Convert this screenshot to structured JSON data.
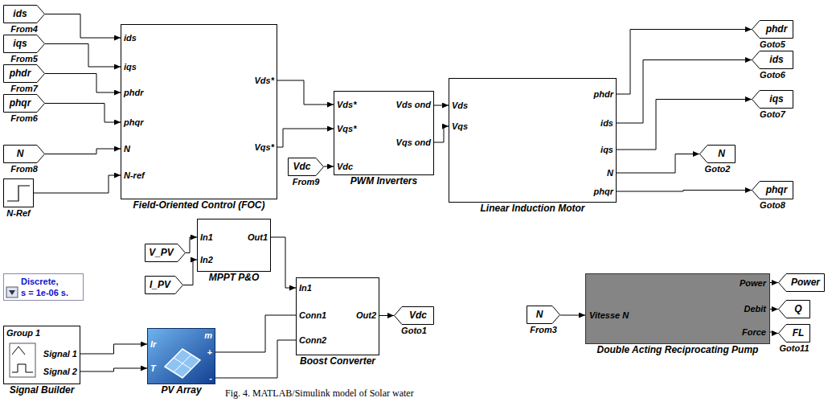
{
  "diagram": {
    "caption": "Fig. 4. MATLAB/Simulink model of Solar water",
    "nodes": [
      {
        "text": [
          "ids",
          "From4"
        ]
      },
      {
        "text": [
          "iqs",
          "From5"
        ]
      },
      {
        "text": [
          "phdr",
          "From7"
        ]
      },
      {
        "text": [
          "phqr",
          "From6"
        ]
      },
      {
        "text": [
          "N",
          "From8"
        ]
      },
      {
        "text": [
          "N-Ref"
        ]
      },
      {
        "text": [
          "ids",
          "iqs",
          "phdr",
          "phqr",
          "N",
          "N-ref",
          "Vds*",
          "Vqs*",
          "Field-Oriented Control (FOC)"
        ]
      },
      {
        "text": [
          "Vdc",
          "From9"
        ]
      },
      {
        "text": [
          "Vds*",
          "Vqs*",
          "Vdc",
          "Vds ond",
          "Vqs ond",
          "PWM Inverters"
        ]
      },
      {
        "text": [
          "Vds",
          "Vqs",
          "phdr",
          "ids",
          "iqs",
          "N",
          "phqr",
          "Linear Induction Motor"
        ]
      },
      {
        "text": [
          "phdr",
          "Goto5"
        ]
      },
      {
        "text": [
          "ids",
          "Goto6"
        ]
      },
      {
        "text": [
          "iqs",
          "Goto7"
        ]
      },
      {
        "text": [
          "N",
          "Goto2"
        ]
      },
      {
        "text": [
          "phqr",
          "Goto8"
        ]
      },
      {
        "text": [
          "Discrete,",
          "s = 1e-06 s."
        ]
      },
      {
        "text": [
          "V_PV"
        ]
      },
      {
        "text": [
          "I_PV"
        ]
      },
      {
        "text": [
          "In1",
          "In2",
          "Out1",
          "MPPT P&O"
        ]
      },
      {
        "text": [
          "Group 1",
          "Signal 1",
          "Signal 2",
          "Signal Builder"
        ]
      },
      {
        "text": [
          "Ir",
          "T",
          "m",
          "+",
          "-",
          "PV Array"
        ]
      },
      {
        "text": [
          "In1",
          "Conn1",
          "Conn2",
          "Out2",
          "Boost Converter"
        ]
      },
      {
        "text": [
          "Vdc",
          "Goto1"
        ]
      },
      {
        "text": [
          "N",
          "From3"
        ]
      },
      {
        "text": [
          "Vitesse N",
          "Power",
          "Debit",
          "Force",
          "Double Acting Reciprocating Pump"
        ]
      },
      {
        "text": [
          "Power"
        ]
      },
      {
        "text": [
          "Q"
        ]
      },
      {
        "text": [
          "FL",
          "Goto11"
        ]
      }
    ],
    "edges": [
      {
        "from": 0,
        "to": 6,
        "arrow": "to"
      },
      {
        "from": 1,
        "to": 6,
        "arrow": "to"
      },
      {
        "from": 2,
        "to": 6,
        "arrow": "to"
      },
      {
        "from": 3,
        "to": 6,
        "arrow": "to"
      },
      {
        "from": 4,
        "to": 6,
        "arrow": "to"
      },
      {
        "from": 5,
        "to": 6,
        "arrow": "to"
      },
      {
        "from": 6,
        "to": 8,
        "arrow": "to"
      },
      {
        "from": 6,
        "to": 8,
        "arrow": "to"
      },
      {
        "from": 7,
        "to": 8,
        "arrow": "to"
      },
      {
        "from": 8,
        "to": 9,
        "arrow": "to"
      },
      {
        "from": 8,
        "to": 9,
        "arrow": "to"
      },
      {
        "from": 9,
        "to": 10,
        "arrow": "to"
      },
      {
        "from": 9,
        "to": 11,
        "arrow": "to"
      },
      {
        "from": 9,
        "to": 12,
        "arrow": "to"
      },
      {
        "from": 9,
        "to": 13,
        "arrow": "to"
      },
      {
        "from": 9,
        "to": 14,
        "arrow": "to"
      },
      {
        "from": 16,
        "to": 18,
        "arrow": "to"
      },
      {
        "from": 17,
        "to": 18,
        "arrow": "to"
      },
      {
        "from": 19,
        "to": 20,
        "arrow": "to"
      },
      {
        "from": 19,
        "to": 20,
        "arrow": "to"
      },
      {
        "from": 18,
        "to": 21,
        "arrow": "to"
      },
      {
        "from": 20,
        "to": 21,
        "arrow": "none"
      },
      {
        "from": 20,
        "to": 21,
        "arrow": "none"
      },
      {
        "from": 21,
        "to": 22,
        "arrow": "to"
      },
      {
        "from": 23,
        "to": 24,
        "arrow": "to"
      },
      {
        "from": 24,
        "to": 25,
        "arrow": "to"
      },
      {
        "from": 24,
        "to": 26,
        "arrow": "to"
      },
      {
        "from": 24,
        "to": 27,
        "arrow": "to"
      }
    ]
  }
}
